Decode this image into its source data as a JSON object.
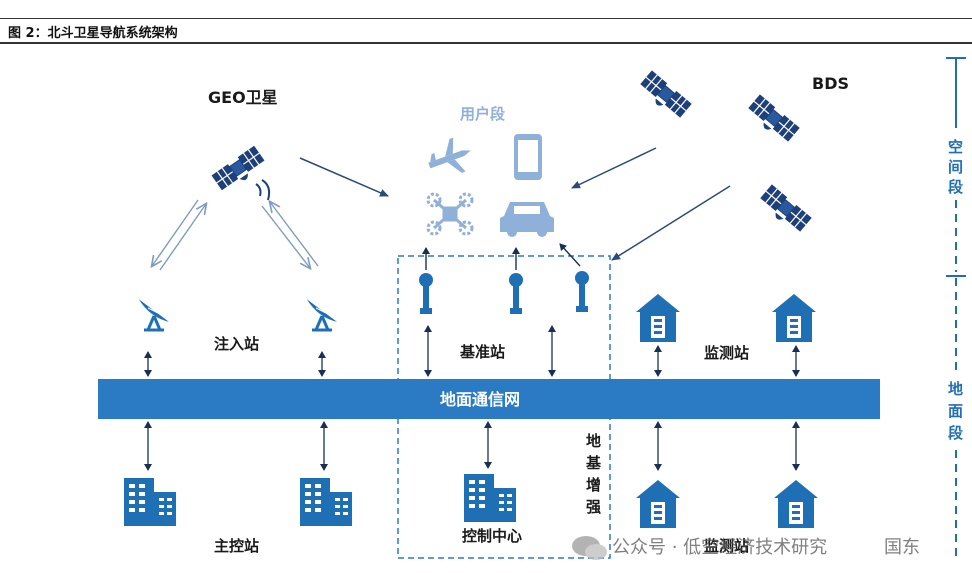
{
  "figure": {
    "title": "图 2：北斗卫星导航系统架构"
  },
  "labels": {
    "geo_satellite": "GEO卫星",
    "bds": "BDS",
    "user_segment": "用户段",
    "injection_station": "注入站",
    "reference_station": "基准站",
    "monitoring_station_1": "监测站",
    "monitoring_station_2": "监测站",
    "network": "地面通信网",
    "master_control": "主控站",
    "control_center": "控制中心",
    "ground_augmentation": [
      "地",
      "基",
      "增",
      "强"
    ],
    "space_segment": [
      "空",
      "间",
      "段"
    ],
    "ground_segment": [
      "地",
      "面",
      "段"
    ]
  },
  "watermark": {
    "text": "公众号 · 低空经济技术研究",
    "suffix": "国东"
  },
  "colors": {
    "primary": "#1f6fb5",
    "network_bar": "#2a7bc3",
    "satellite": "#1d3f7a",
    "user_icon": "#8fb0d8",
    "arrow": "#2b4a7a",
    "dashed": "#2a7bc3"
  },
  "icons": {
    "user": [
      "airplane-icon",
      "phone-icon",
      "drone-icon",
      "car-icon"
    ],
    "satellite": "satellite-icon",
    "dish": "dish-antenna-icon",
    "building": "building-icon",
    "house": "station-house-icon",
    "tower": "reference-tower-icon"
  }
}
